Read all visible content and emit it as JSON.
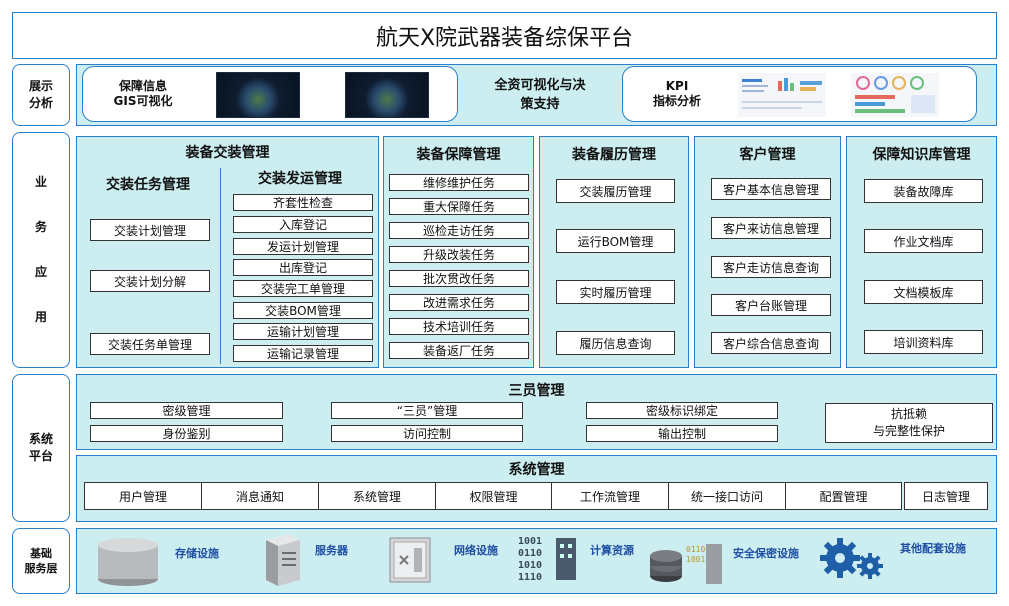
{
  "title": "航天X院武器装备综保平台",
  "layers": {
    "display": "展示\n分析",
    "business": [
      "业",
      "务",
      "应",
      "用"
    ],
    "system": "系统\n平台",
    "infra": "基础\n服务层"
  },
  "display": {
    "gis_label_1": "保障信息",
    "gis_label_2": "GIS可视化",
    "center_1": "全资可视化与决",
    "center_2": "策支持",
    "kpi_1": "KPI",
    "kpi_2": "指标分析"
  },
  "delivery": {
    "title": "装备交装管理",
    "task": {
      "title": "交装任务管理",
      "items": [
        "交装计划管理",
        "交装计划分解",
        "交装任务单管理"
      ]
    },
    "ship": {
      "title": "交装发运管理",
      "items": [
        "齐套性检查",
        "入库登记",
        "发运计划管理",
        "出库登记",
        "交装完工单管理",
        "交装BOM管理",
        "运输计划管理",
        "运输记录管理"
      ]
    }
  },
  "support": {
    "title": "装备保障管理",
    "items": [
      "维修维护任务",
      "重大保障任务",
      "巡检走访任务",
      "升级改装任务",
      "批次贯改任务",
      "改进需求任务",
      "技术培训任务",
      "装备返厂任务"
    ]
  },
  "resume": {
    "title": "装备履历管理",
    "items": [
      "交装履历管理",
      "运行BOM管理",
      "实时履历管理",
      "履历信息查询"
    ]
  },
  "customer": {
    "title": "客户管理",
    "items": [
      "客户基本信息管理",
      "客户来访信息管理",
      "客户走访信息查询",
      "客户台账管理",
      "客户综合信息查询"
    ]
  },
  "knowledge": {
    "title": "保障知识库管理",
    "items": [
      "装备故障库",
      "作业文档库",
      "文档模板库",
      "培训资料库"
    ]
  },
  "three": {
    "title": "三员管理",
    "items": [
      "密级管理",
      "“三员”管理",
      "密级标识绑定",
      "身份鉴别",
      "访问控制",
      "输出控制"
    ],
    "right_1": "抗抵赖",
    "right_2": "与完整性保护"
  },
  "sysmgmt": {
    "title": "系统管理",
    "items": [
      "用户管理",
      "消息通知",
      "系统管理",
      "权限管理",
      "工作流管理",
      "统一接口访问",
      "配置管理",
      "日志管理"
    ]
  },
  "infra": {
    "items": [
      "存储设施",
      "服务器",
      "网络设施",
      "计算资源",
      "安全保密设施",
      "其他配套设施"
    ]
  },
  "colors": {
    "border": "#2b7fc8",
    "panel": "#cdeef1",
    "label": "#1f4fa3"
  }
}
